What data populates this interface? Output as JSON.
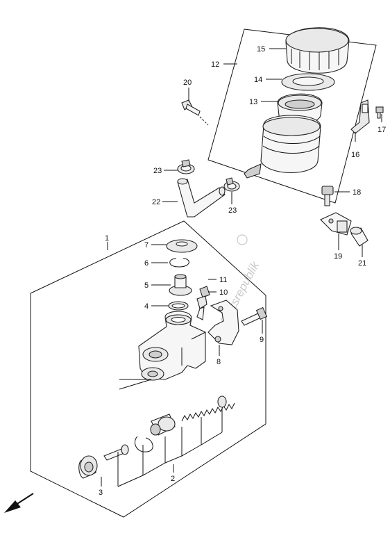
{
  "watermark": "Partsrepublik",
  "callouts": {
    "p1": "1",
    "p2": "2",
    "p3": "3",
    "p4": "4",
    "p5": "5",
    "p6": "6",
    "p7": "7",
    "p8": "8",
    "p9": "9",
    "p10": "10",
    "p11": "11",
    "p12": "12",
    "p13": "13",
    "p14": "14",
    "p15": "15",
    "p16": "16",
    "p17": "17",
    "p18": "18",
    "p19": "19",
    "p20": "20",
    "p21": "21",
    "p22": "22",
    "p23a": "23",
    "p23b": "23"
  },
  "icons": {
    "direction": "front-arrow-icon"
  }
}
